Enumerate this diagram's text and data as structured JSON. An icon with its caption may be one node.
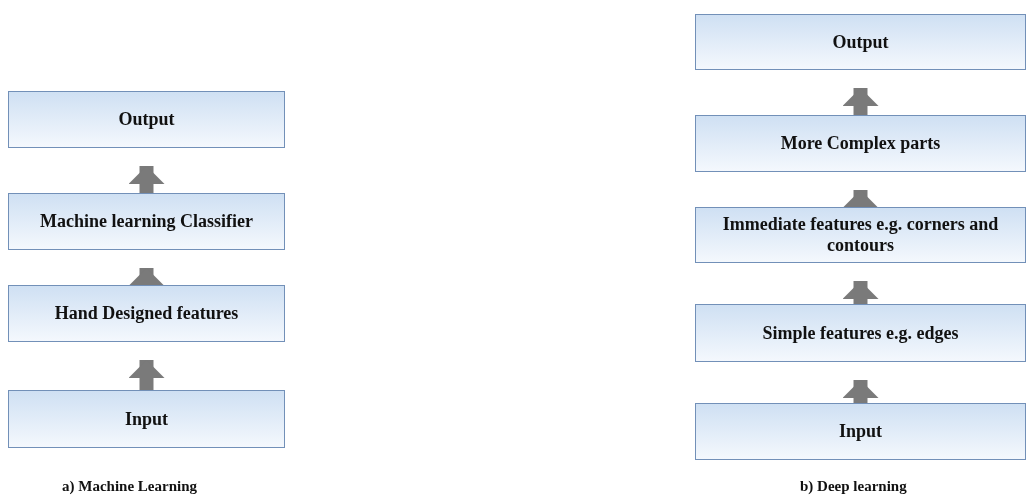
{
  "diagram": {
    "nodes": [
      {
        "text": [
          "Output"
        ]
      },
      {
        "text": [
          "Machine learning Classifier"
        ]
      },
      {
        "text": [
          "Hand Designed features"
        ]
      },
      {
        "text": [
          "Input"
        ]
      },
      {
        "text": [
          "Output"
        ]
      },
      {
        "text": [
          "More Complex parts"
        ]
      },
      {
        "text": [
          "Immediate features e.g. corners and contours"
        ]
      },
      {
        "text": [
          "Simple features e.g. edges"
        ]
      },
      {
        "text": [
          "Input"
        ]
      }
    ],
    "edges": [
      {
        "from": 3,
        "to": 2,
        "arrow": "to"
      },
      {
        "from": 2,
        "to": 1,
        "arrow": "to"
      },
      {
        "from": 1,
        "to": 0,
        "arrow": "to"
      },
      {
        "from": 8,
        "to": 7,
        "arrow": "to"
      },
      {
        "from": 7,
        "to": 6,
        "arrow": "to"
      },
      {
        "from": 6,
        "to": 5,
        "arrow": "to"
      },
      {
        "from": 5,
        "to": 4,
        "arrow": "to"
      }
    ],
    "labels": [
      "a) Machine Learning",
      "b) Deep learning"
    ]
  }
}
